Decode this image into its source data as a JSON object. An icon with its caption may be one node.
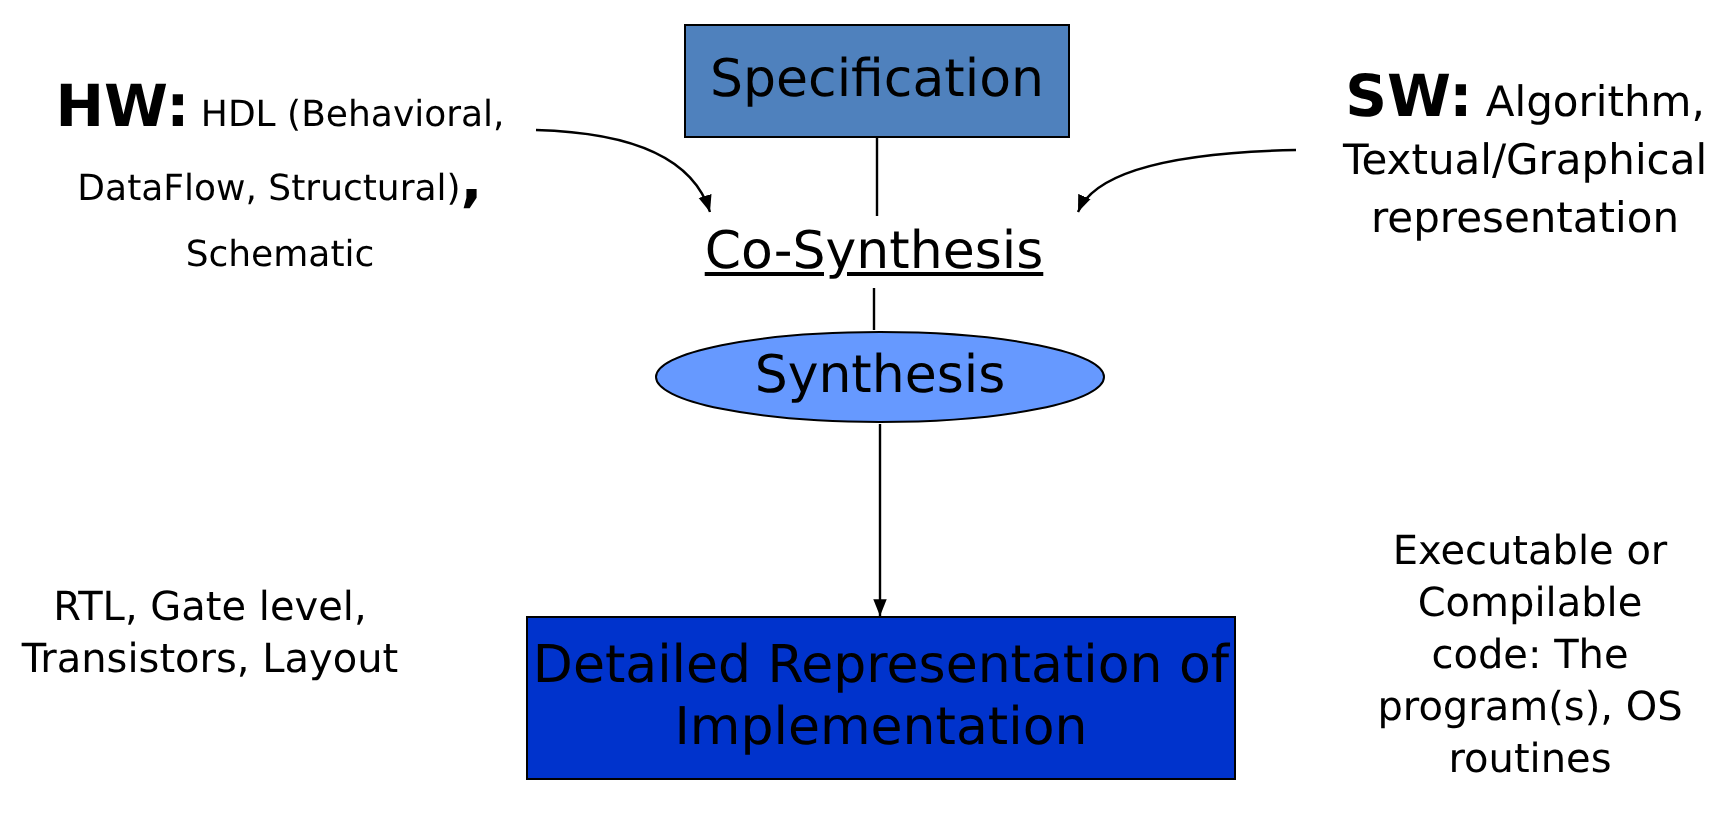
{
  "diagram": {
    "nodes": [
      {
        "text": [
          "**HW:** HDL (Behavioral, DataFlow, Structural)**,** Schematic"
        ]
      },
      {
        "text": [
          "Specification"
        ]
      },
      {
        "text": [
          "**SW:** Algorithm, Textual/Graphical representation"
        ]
      },
      {
        "text": [
          "Co-Synthesis"
        ]
      },
      {
        "text": [
          "Synthesis"
        ]
      },
      {
        "text": [
          "Detailed Representation of Implementation"
        ]
      }
    ],
    "edges": [
      {
        "from": 0,
        "to": 3,
        "arrow": "to"
      },
      {
        "from": 2,
        "to": 3,
        "arrow": "to"
      },
      {
        "from": 1,
        "to": 3,
        "arrow": "none"
      },
      {
        "from": 3,
        "to": 4,
        "arrow": "none"
      },
      {
        "from": 4,
        "to": 5,
        "arrow": "to"
      }
    ],
    "labels": [
      "RTL, Gate level, Transistors, Layout",
      "Executable or Compilable code: The program(s), OS routines"
    ]
  }
}
